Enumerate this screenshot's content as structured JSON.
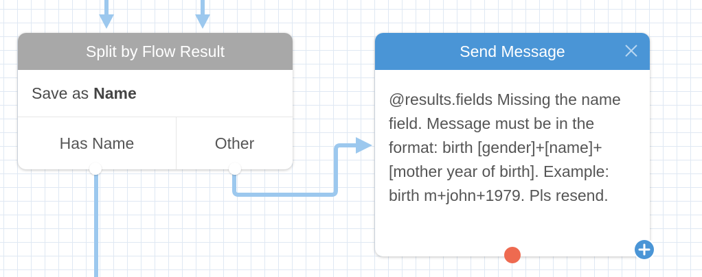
{
  "nodes": {
    "split": {
      "title": "Split by Flow Result",
      "save_as_prefix": "Save as",
      "save_as_value": "Name",
      "exits": [
        {
          "label": "Has Name"
        },
        {
          "label": "Other"
        }
      ],
      "header_color": "#a8a8a8"
    },
    "send": {
      "title": "Send Message",
      "message": "@results.fields Missing the name field. Message must be in the format: birth [gender]+[name]+[mother year of birth]. Example: birth m+john+1979. Pls resend.",
      "header_color": "#4a95d6"
    }
  },
  "colors": {
    "connector": "#9cc8ee",
    "accent_orange": "#ee6a50",
    "grid": "#dfe8f3"
  },
  "icons": {
    "close": "close-icon",
    "add": "plus-icon"
  }
}
